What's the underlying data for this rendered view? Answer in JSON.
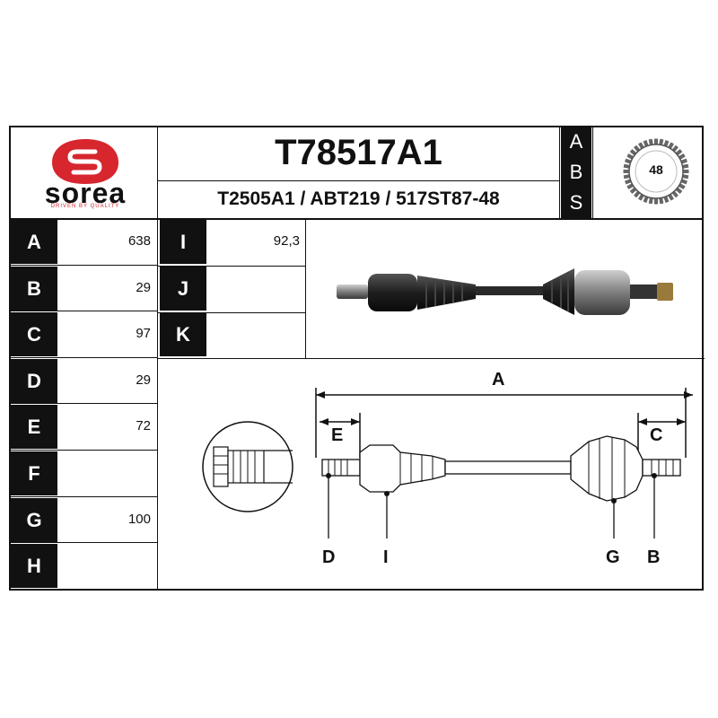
{
  "brand": {
    "name": "sorea",
    "tagline": "DRIVEN BY QUALITY"
  },
  "part_number": "T78517A1",
  "cross_refs": "T2505A1 / ABT219 / 517ST87-48",
  "abs": {
    "letters": [
      "A",
      "B",
      "S"
    ],
    "teeth": "48"
  },
  "specs": [
    {
      "label": "A",
      "value": "638"
    },
    {
      "label": "B",
      "value": "29"
    },
    {
      "label": "C",
      "value": "97"
    },
    {
      "label": "D",
      "value": "29"
    },
    {
      "label": "E",
      "value": "72"
    },
    {
      "label": "F",
      "value": ""
    },
    {
      "label": "G",
      "value": "100"
    },
    {
      "label": "H",
      "value": ""
    }
  ],
  "specs2": [
    {
      "label": "I",
      "value": "92,3"
    },
    {
      "label": "J",
      "value": ""
    },
    {
      "label": "K",
      "value": ""
    }
  ],
  "diagram_labels": {
    "A": "A",
    "E": "E",
    "C": "C",
    "D": "D",
    "I": "I",
    "G": "G",
    "B": "B"
  },
  "colors": {
    "brand_red": "#d7262e",
    "ink": "#111111"
  }
}
